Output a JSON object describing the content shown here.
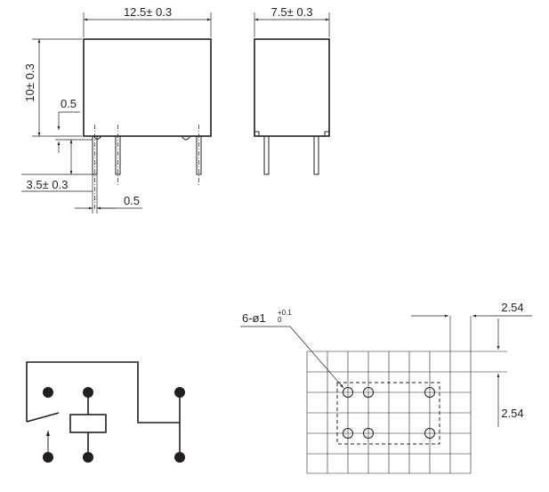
{
  "front_view": {
    "width_dim": "12.5± 0.3",
    "height_dim": "10± 0.3",
    "standoff_dim": "0.5",
    "pin_length_dim": "3.5± 0.3",
    "pin_thickness_dim": "0.5"
  },
  "side_view": {
    "depth_dim": "7.5± 0.3"
  },
  "pcb_layout": {
    "hole_spec_main": "6-ø1",
    "hole_tol_plus": "+0.1",
    "hole_tol_minus": "0",
    "pitch_h": "2.54",
    "pitch_v": "2.54"
  }
}
